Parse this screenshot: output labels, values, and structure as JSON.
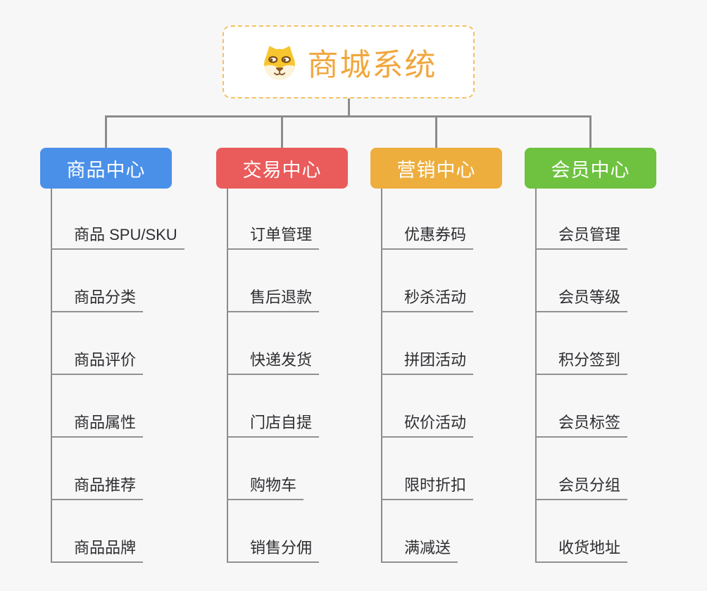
{
  "root": {
    "label": "商城系统",
    "icon": "dog-face-icon",
    "text_color": "#f0a73e",
    "border_color": "#f6c163",
    "background": "#ffffff"
  },
  "colors": {
    "canvas_background": "#f7f7f7",
    "connector": "#8c8c8c",
    "leaf_text": "#2e2e32",
    "leaf_underline": "#919191"
  },
  "branches": [
    {
      "label": "商品中心",
      "color": "#4a90e8",
      "children": [
        "商品 SPU/SKU",
        "商品分类",
        "商品评价",
        "商品属性",
        "商品推荐",
        "商品品牌"
      ]
    },
    {
      "label": "交易中心",
      "color": "#ea5b5b",
      "children": [
        "订单管理",
        "售后退款",
        "快递发货",
        "门店自提",
        "购物车",
        "销售分佣"
      ]
    },
    {
      "label": "营销中心",
      "color": "#edae3e",
      "children": [
        "优惠券码",
        "秒杀活动",
        "拼团活动",
        "砍价活动",
        "限时折扣",
        "满减送"
      ]
    },
    {
      "label": "会员中心",
      "color": "#6ec23f",
      "children": [
        "会员管理",
        "会员等级",
        "积分签到",
        "会员标签",
        "会员分组",
        "收货地址"
      ]
    }
  ]
}
